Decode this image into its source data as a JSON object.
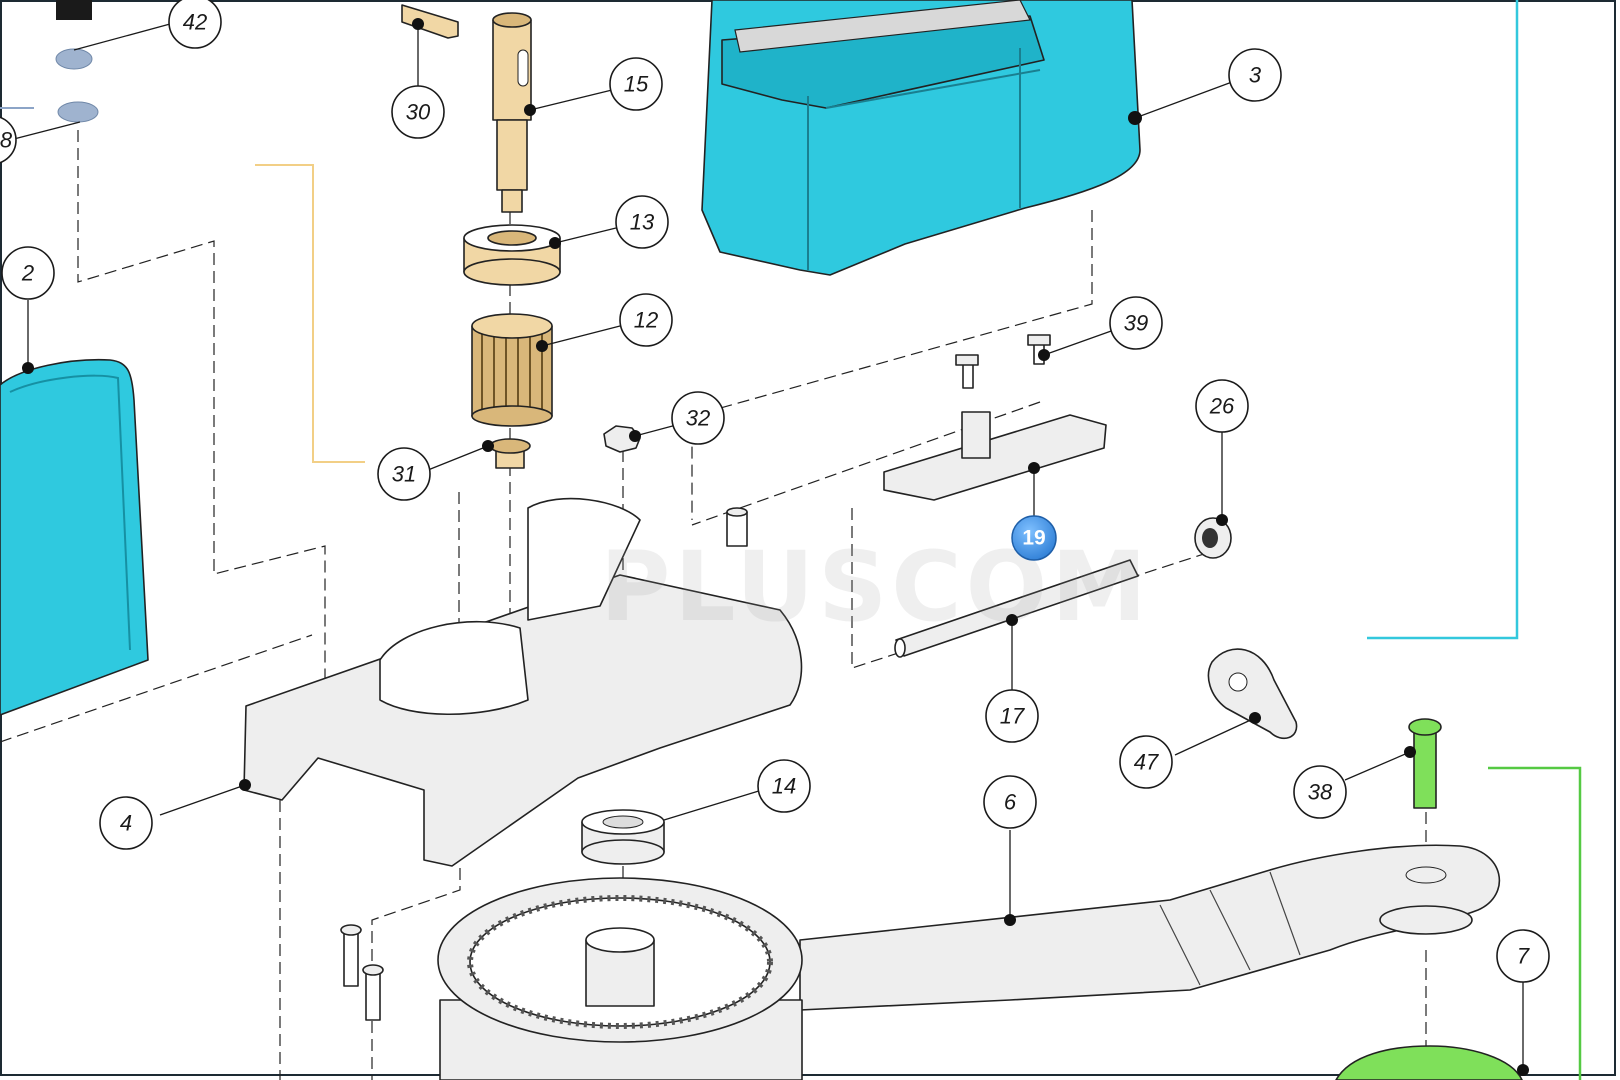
{
  "diagram": {
    "watermark": "PLUSCOM",
    "highlight_color": "#3a8ee0",
    "part_colors": {
      "housing_cover": "#2fc9df",
      "shaft_and_gears": "#f1d7a5",
      "pin": "#7fe05a"
    },
    "callouts": [
      {
        "id": "c42",
        "label": "42"
      },
      {
        "id": "c30",
        "label": "30"
      },
      {
        "id": "c15",
        "label": "15"
      },
      {
        "id": "c3",
        "label": "3"
      },
      {
        "id": "c13",
        "label": "13"
      },
      {
        "id": "c12",
        "label": "12"
      },
      {
        "id": "c2",
        "label": "2"
      },
      {
        "id": "c39",
        "label": "39"
      },
      {
        "id": "c32",
        "label": "32"
      },
      {
        "id": "c26",
        "label": "26"
      },
      {
        "id": "c31",
        "label": "31"
      },
      {
        "id": "c19",
        "label": "19"
      },
      {
        "id": "c17",
        "label": "17"
      },
      {
        "id": "c47",
        "label": "47"
      },
      {
        "id": "c38",
        "label": "38"
      },
      {
        "id": "c14",
        "label": "14"
      },
      {
        "id": "c6",
        "label": "6"
      },
      {
        "id": "c4",
        "label": "4"
      },
      {
        "id": "c7",
        "label": "7"
      },
      {
        "id": "c8",
        "label": "8"
      }
    ]
  }
}
